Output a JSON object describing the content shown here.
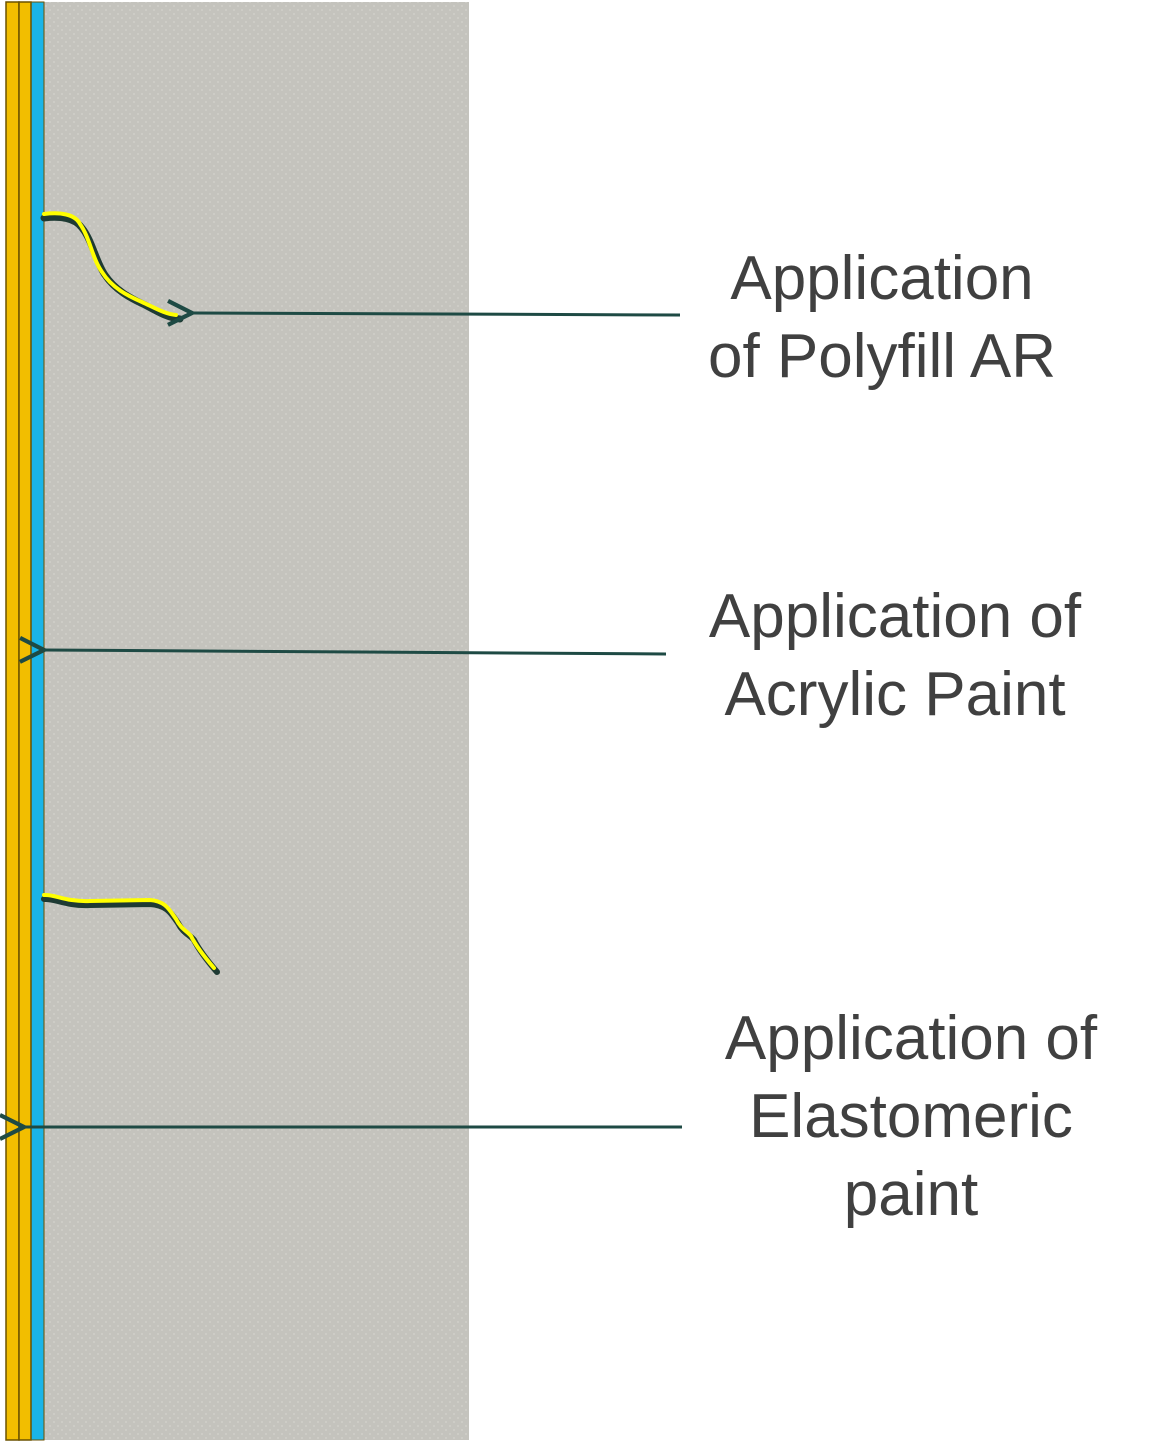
{
  "colors": {
    "background": "#ffffff",
    "wall": "#c4c3bd",
    "wall_texture": "#d4d3cd",
    "acrylic_layer": "#1ab4e8",
    "elastomeric_layer": "#f2be00",
    "layer_outline": "#6b5200",
    "crack_fill": "#ffff00",
    "crack_outline": "#1e3a33",
    "arrow": "#1e4a44",
    "label_text": "#404040"
  },
  "labels": {
    "polyfill": {
      "line1": "Application",
      "line2": "of Polyfill AR"
    },
    "acrylic": {
      "line1": "Application of",
      "line2": "Acrylic Paint"
    },
    "elastomeric": {
      "line1": "Application of",
      "line2": "Elastomeric",
      "line3": "paint"
    }
  }
}
